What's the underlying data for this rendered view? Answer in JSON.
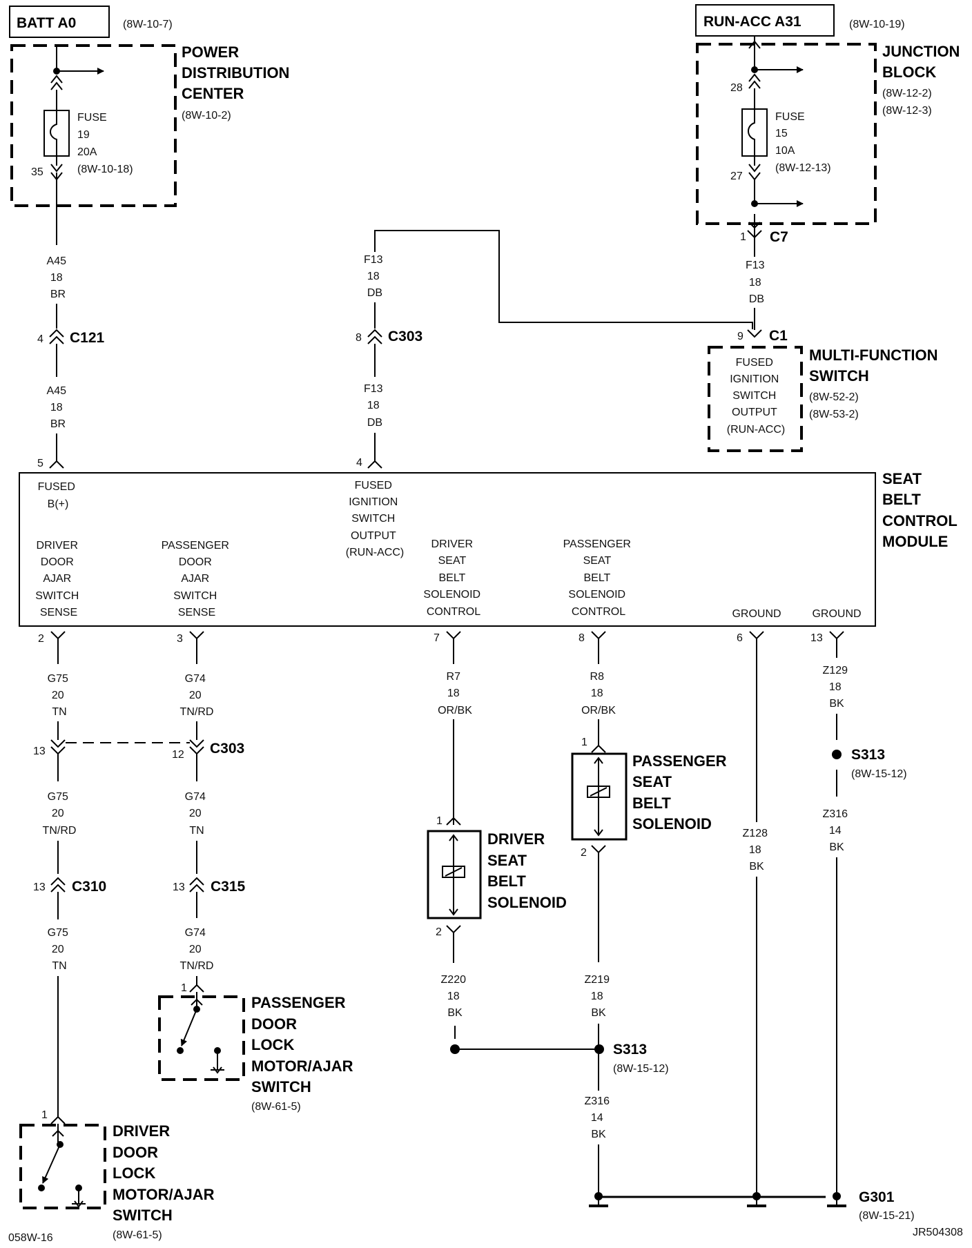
{
  "sources": {
    "batt": {
      "label": "BATT A0",
      "ref": "(8W-10-7)"
    },
    "runacc": {
      "label": "RUN-ACC A31",
      "ref": "(8W-10-19)"
    }
  },
  "pdc": {
    "title": [
      "POWER",
      "DISTRIBUTION",
      "CENTER"
    ],
    "ref": "(8W-10-2)",
    "fuse": [
      "FUSE",
      "19",
      "20A",
      "(8W-10-18)"
    ],
    "pin": "35"
  },
  "jb": {
    "title": [
      "JUNCTION",
      "BLOCK"
    ],
    "refs": [
      "(8W-12-2)",
      "(8W-12-3)"
    ],
    "fuse": [
      "FUSE",
      "15",
      "10A",
      "(8W-12-13)"
    ],
    "pin_top": "28",
    "pin_bottom": "27",
    "conn_pin": "1",
    "conn": "C7"
  },
  "wires": {
    "a45_top": [
      "A45",
      "18",
      "BR"
    ],
    "a45_bot": [
      "A45",
      "18",
      "BR"
    ],
    "f13_mid_top": [
      "F13",
      "18",
      "DB"
    ],
    "f13_mid_bot": [
      "F13",
      "18",
      "DB"
    ],
    "f13_right": [
      "F13",
      "18",
      "DB"
    ],
    "g75_a": [
      "G75",
      "20",
      "TN"
    ],
    "g75_b": [
      "G75",
      "20",
      "TN/RD"
    ],
    "g75_c": [
      "G75",
      "20",
      "TN"
    ],
    "g74_a": [
      "G74",
      "20",
      "TN/RD"
    ],
    "g74_b": [
      "G74",
      "20",
      "TN"
    ],
    "g74_c": [
      "G74",
      "20",
      "TN/RD"
    ],
    "r7": [
      "R7",
      "18",
      "OR/BK"
    ],
    "r8": [
      "R8",
      "18",
      "OR/BK"
    ],
    "z220": [
      "Z220",
      "18",
      "BK"
    ],
    "z219": [
      "Z219",
      "18",
      "BK"
    ],
    "z316_mid": [
      "Z316",
      "14",
      "BK"
    ],
    "z128": [
      "Z128",
      "18",
      "BK"
    ],
    "z129": [
      "Z129",
      "18",
      "BK"
    ],
    "z316_right": [
      "Z316",
      "14",
      "BK"
    ]
  },
  "connectors": {
    "c121": {
      "pin": "4",
      "name": "C121"
    },
    "c303_top": {
      "pin": "8",
      "name": "C303"
    },
    "c1": {
      "pin": "9",
      "name": "C1"
    },
    "c303_low": {
      "pin_left": "13",
      "pin_right": "12",
      "name": "C303"
    },
    "c310": {
      "pin": "13",
      "name": "C310"
    },
    "c315": {
      "pin": "13",
      "name": "C315"
    }
  },
  "mfs": {
    "box": [
      "FUSED",
      "IGNITION",
      "SWITCH",
      "OUTPUT",
      "(RUN-ACC)"
    ],
    "title": [
      "MULTI-FUNCTION",
      "SWITCH"
    ],
    "refs": [
      "(8W-52-2)",
      "(8W-53-2)"
    ]
  },
  "module": {
    "title": [
      "SEAT",
      "BELT",
      "CONTROL",
      "MODULE"
    ],
    "pin5": "5",
    "pin4": "4",
    "fused_b": [
      "FUSED",
      "B(+)"
    ],
    "fused_ign": [
      "FUSED",
      "IGNITION",
      "SWITCH",
      "OUTPUT",
      "(RUN-ACC)"
    ],
    "drv_door": [
      "DRIVER",
      "DOOR",
      "AJAR",
      "SWITCH",
      "SENSE"
    ],
    "pass_door": [
      "PASSENGER",
      "DOOR",
      "AJAR",
      "SWITCH",
      "SENSE"
    ],
    "drv_sol": [
      "DRIVER",
      "SEAT",
      "BELT",
      "SOLENOID",
      "CONTROL"
    ],
    "pass_sol": [
      "PASSENGER",
      "SEAT",
      "BELT",
      "SOLENOID",
      "CONTROL"
    ],
    "ground1": "GROUND",
    "ground2": "GROUND",
    "pins_bottom": [
      "2",
      "3",
      "7",
      "8",
      "6",
      "13"
    ]
  },
  "drv_solenoid": {
    "title": [
      "DRIVER",
      "SEAT",
      "BELT",
      "SOLENOID"
    ],
    "pin1": "1",
    "pin2": "2"
  },
  "pass_solenoid": {
    "title": [
      "PASSENGER",
      "SEAT",
      "BELT",
      "SOLENOID"
    ],
    "pin1": "1",
    "pin2": "2"
  },
  "pass_switch": {
    "title": [
      "PASSENGER",
      "DOOR",
      "LOCK",
      "MOTOR/AJAR",
      "SWITCH"
    ],
    "ref": "(8W-61-5)",
    "pin": "1"
  },
  "drv_switch": {
    "title": [
      "DRIVER",
      "DOOR",
      "LOCK",
      "MOTOR/AJAR",
      "SWITCH"
    ],
    "ref": "(8W-61-5)",
    "pin": "1"
  },
  "splices": {
    "s313_mid": {
      "name": "S313",
      "ref": "(8W-15-12)"
    },
    "s313_right": {
      "name": "S313",
      "ref": "(8W-15-12)"
    },
    "g301": {
      "name": "G301",
      "ref": "(8W-15-21)"
    }
  },
  "footer": {
    "left": "058W-16",
    "right": "JR504308"
  }
}
